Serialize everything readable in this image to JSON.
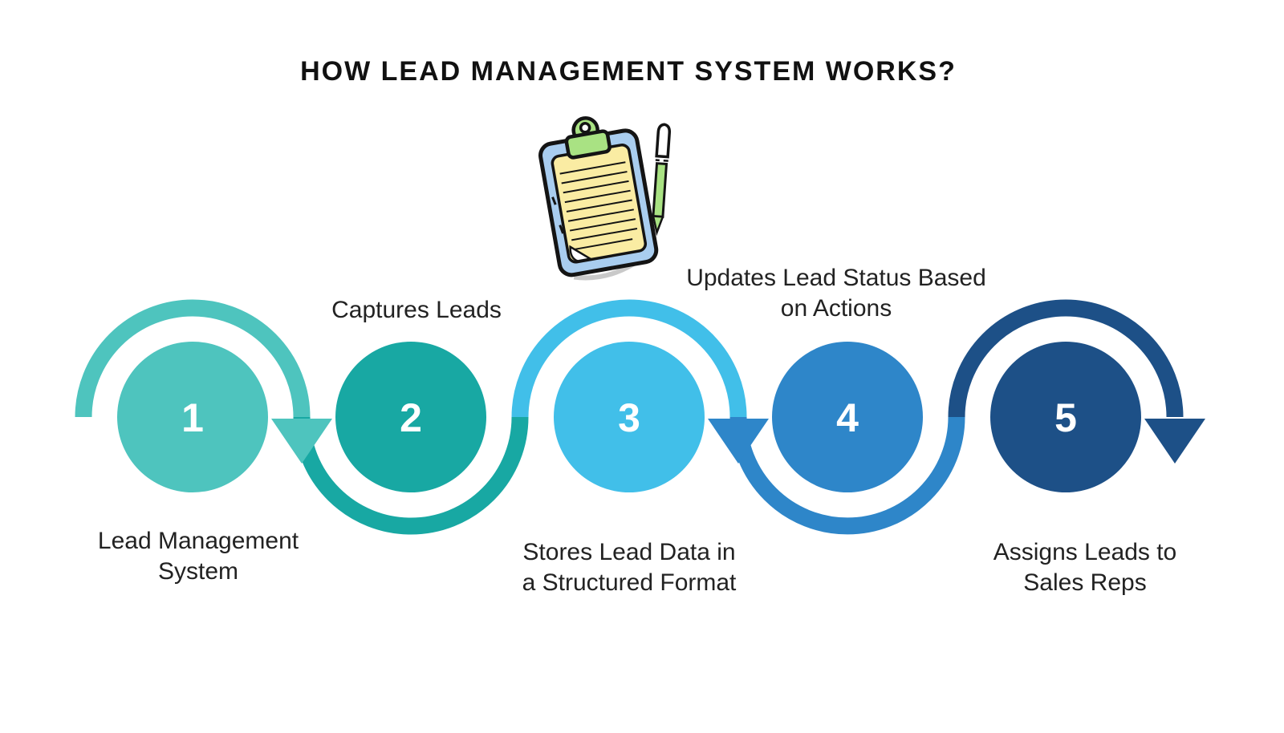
{
  "title": "HOW LEAD MANAGEMENT SYSTEM WORKS?",
  "icon": {
    "clipboard": "clipboard-icon",
    "pen": "pen-icon"
  },
  "colors": {
    "step1": "#4EC4BE",
    "step2": "#18A8A3",
    "step3": "#41BFE9",
    "step4": "#2E86C9",
    "step5": "#1D5087",
    "label_text": "#222222",
    "title_text": "#111111",
    "clipboard_board": "#A9CDEF",
    "clipboard_paper": "#FAECA3",
    "clipboard_clip": "#A9E283"
  },
  "steps": [
    {
      "number": "1",
      "color": "#4EC4BE",
      "label": "Lead Management System",
      "label_lines": [
        "Lead Management",
        "System"
      ],
      "label_position": "below"
    },
    {
      "number": "2",
      "color": "#18A8A3",
      "label": "Captures Leads",
      "label_lines": [
        "Captures Leads",
        ""
      ],
      "label_position": "above"
    },
    {
      "number": "3",
      "color": "#41BFE9",
      "label": "Stores Lead Data in a Structured Format",
      "label_lines": [
        "Stores Lead Data in",
        "a Structured Format"
      ],
      "label_position": "below"
    },
    {
      "number": "4",
      "color": "#2E86C9",
      "label": "Updates Lead Status Based on Actions",
      "label_lines": [
        "Updates Lead Status Based",
        "on Actions"
      ],
      "label_position": "above"
    },
    {
      "number": "5",
      "color": "#1D5087",
      "label": "Assigns Leads to Sales Reps",
      "label_lines": [
        "Assigns Leads to",
        "Sales Reps"
      ],
      "label_position": "below"
    }
  ]
}
